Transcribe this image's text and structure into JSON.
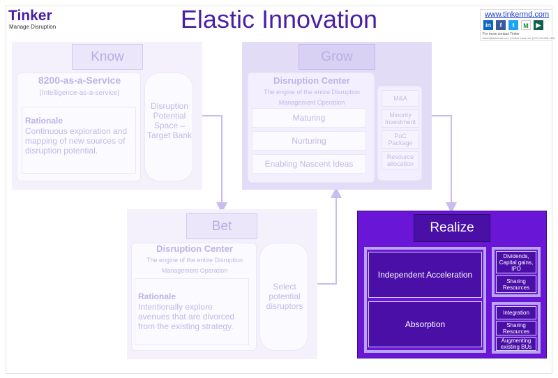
{
  "brand": {
    "name": "Tinker",
    "tagline": "Manage Disruption"
  },
  "title": "Elastic Innovation",
  "contact": {
    "url": "www.tinkermd.com",
    "social": [
      "linkedin-icon",
      "facebook-icon",
      "twitter-icon",
      "medium-icon",
      "slides-icon"
    ],
    "note": "For more contact Tinker",
    "line": "tinker@tinkermd.com | Online Lawn tel: (972) 54-286-1100"
  },
  "know": {
    "header": "Know",
    "card_title": "8200-as-a-Service",
    "card_subtitle": "(Intelligence-as-a-service)",
    "rationale_label": "Rationale",
    "rationale_text": "Continuous exploration and mapping of new sources of disruption potential.",
    "side": "Disruption Potential Space – Target Bank"
  },
  "grow": {
    "header": "Grow",
    "center_title": "Disruption Center",
    "center_subtitle": "The engine of the entire Disruption Management Operation",
    "stages": [
      "Maturing",
      "Nurturing",
      "Enabling Nascent Ideas"
    ],
    "side": [
      "M&A",
      "Minority Investment",
      "PoC Package",
      "Resource allocation"
    ]
  },
  "bet": {
    "header": "Bet",
    "center_title": "Disruption Center",
    "center_subtitle": "The engine of the entire Disruption Management Operation",
    "rationale_label": "Rationale",
    "rationale_text": "Intentionally explore avenues that are divorced from the existing strategy.",
    "side": "Select potential disruptors"
  },
  "realize": {
    "header": "Realize",
    "main": [
      "Independent Acceleration",
      "Absorption"
    ],
    "side_top": [
      "Dividends, Capital gains, IPO",
      "Sharing Resources"
    ],
    "side_bottom": [
      "Integration",
      "Sharing Resources",
      "Augmenting existing BUs"
    ]
  },
  "colors": {
    "accent": "#4a1fa6",
    "realize_bg": "#6a16d6",
    "faded_panel": "#f4f1fc",
    "faded_text": "#c3b9e6",
    "arrow": "#c9bcef"
  }
}
